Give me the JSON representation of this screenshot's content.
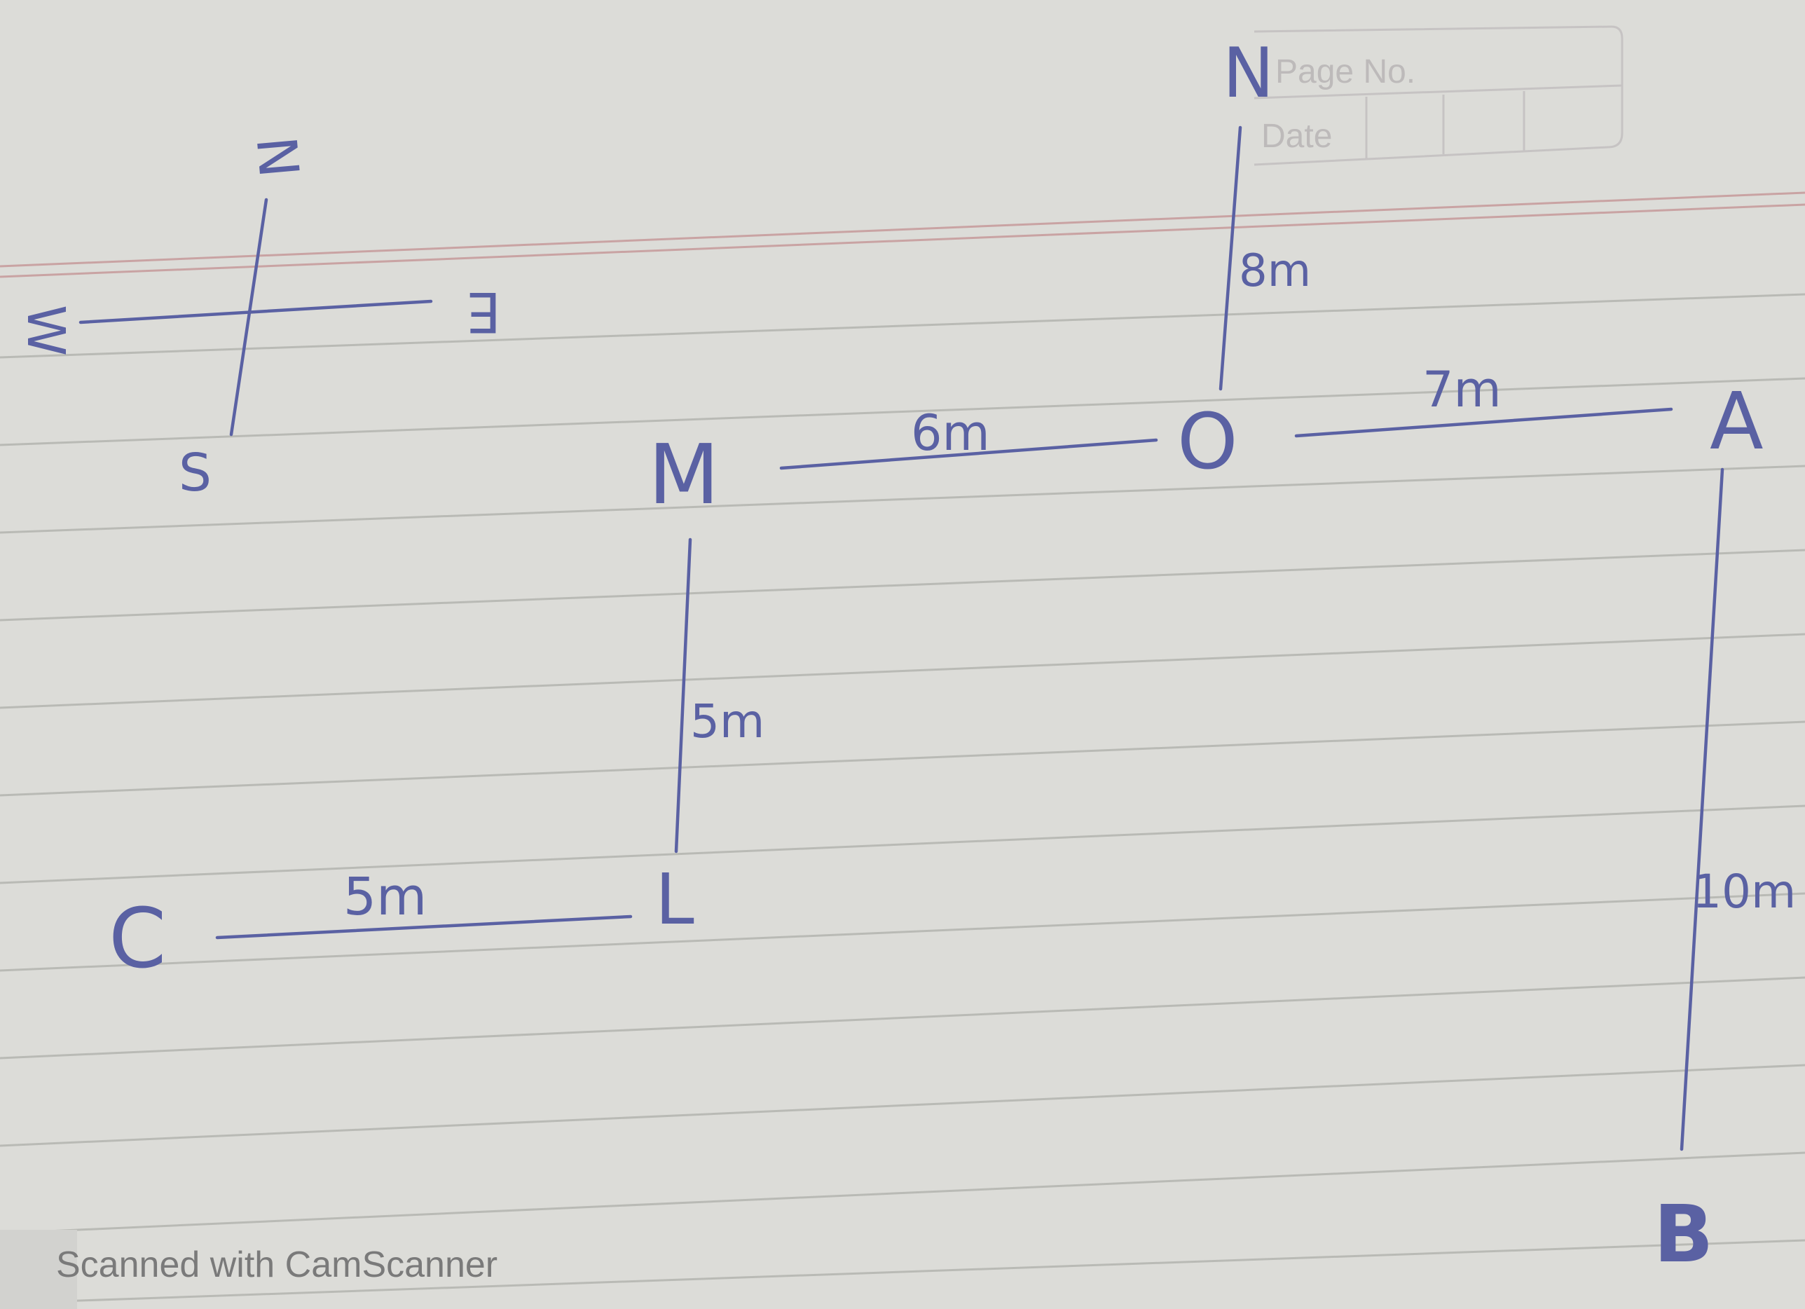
{
  "page_header": {
    "page_no_label": "Page No.",
    "date_label": "Date"
  },
  "compass": {
    "north": "N",
    "south": "S",
    "east": "E",
    "west": "W"
  },
  "path": {
    "points": {
      "north_marker": "N",
      "O": "O",
      "A": "A",
      "B": "B",
      "M": "M",
      "L": "L",
      "C": "C"
    },
    "segments": [
      {
        "from": "O",
        "to": "north_marker",
        "length": "8m"
      },
      {
        "from": "O",
        "to": "A",
        "length": "7m"
      },
      {
        "from": "A",
        "to": "B",
        "length": "10m"
      },
      {
        "from": "M",
        "to": "O",
        "length": "6m"
      },
      {
        "from": "M",
        "to": "L",
        "length": "5m"
      },
      {
        "from": "C",
        "to": "L",
        "length": "5m"
      }
    ]
  },
  "watermark": "Scanned with CamScanner",
  "colors": {
    "ink": "#5a61a3",
    "paper": "#dcdcd8"
  }
}
